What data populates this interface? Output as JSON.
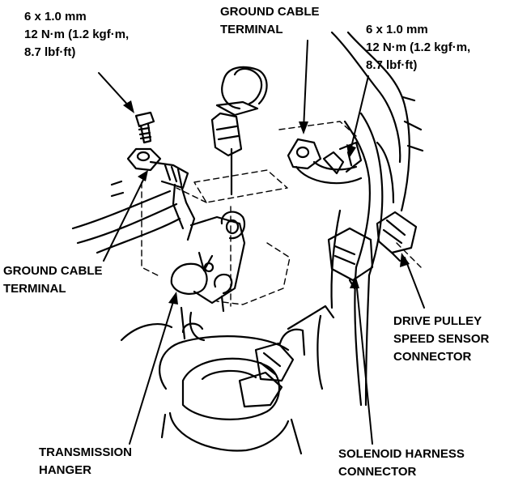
{
  "colors": {
    "ink": "#000000",
    "paper": "#ffffff"
  },
  "callouts": {
    "bolt_left": {
      "lines": [
        "6 x 1.0 mm",
        "12 N·m (1.2 kgf·m,",
        "8.7 lbf·ft)"
      ]
    },
    "bolt_right": {
      "lines": [
        "6 x 1.0 mm",
        "12 N·m (1.2 kgf·m,",
        "8.7 lbf·ft)"
      ]
    },
    "ground_cable_top": {
      "lines": [
        "GROUND CABLE",
        "TERMINAL"
      ]
    },
    "ground_cable_left": {
      "lines": [
        "GROUND CABLE",
        "TERMINAL"
      ]
    },
    "drive_pulley": {
      "lines": [
        "DRIVE PULLEY",
        "SPEED SENSOR",
        "CONNECTOR"
      ]
    },
    "transmission_hanger": {
      "lines": [
        "TRANSMISSION",
        "HANGER"
      ]
    },
    "solenoid_harness": {
      "lines": [
        "SOLENOID HARNESS",
        "CONNECTOR"
      ]
    }
  }
}
